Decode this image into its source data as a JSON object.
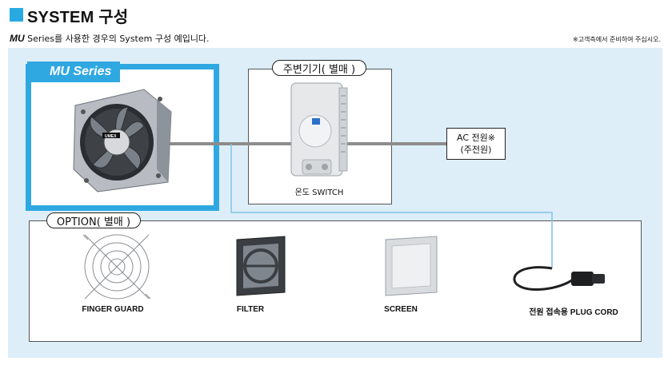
{
  "header": {
    "title": "SYSTEM 구성",
    "subtitle_brand": "MU",
    "subtitle_rest": " Series를 사용한 경우의 System 구성 예입니다.",
    "note": "※고객측에서 준비하여 주십시오."
  },
  "mu_series": {
    "label": "MU Series",
    "fan_label": "UMEX"
  },
  "accessory": {
    "label": "주변기기( 별매 )",
    "switch_label": "온도 SWITCH"
  },
  "power": {
    "line1": "AC 전원※",
    "line2": "(주전원)"
  },
  "option": {
    "label": "OPTION( 별매 )",
    "items": [
      {
        "label": "FINGER GUARD"
      },
      {
        "label": "FILTER"
      },
      {
        "label": "SCREEN"
      },
      {
        "label": "전원 접속용 PLUG CORD"
      }
    ]
  },
  "colors": {
    "accent": "#2fa8e2",
    "panel": "#ddeef8",
    "line": "#8c8c8c",
    "wire": "#82c4e6"
  }
}
